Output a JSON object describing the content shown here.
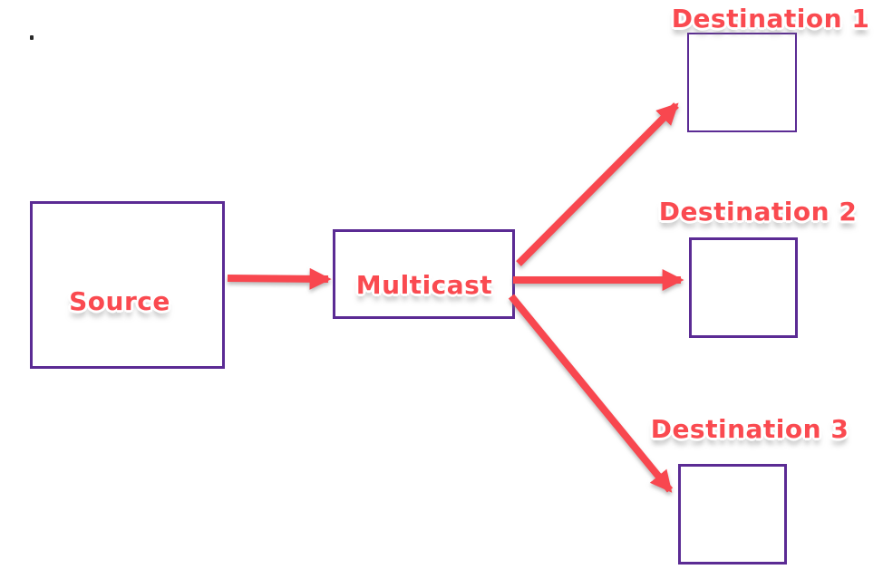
{
  "diagram": {
    "nodes": {
      "source": {
        "label": "Source"
      },
      "multicast": {
        "label": "Multicast"
      },
      "dest1": {
        "label": "Destination 1"
      },
      "dest2": {
        "label": "Destination 2"
      },
      "dest3": {
        "label": "Destination 3"
      }
    },
    "edges": [
      {
        "from": "source",
        "to": "multicast"
      },
      {
        "from": "multicast",
        "to": "dest1"
      },
      {
        "from": "multicast",
        "to": "dest2"
      },
      {
        "from": "multicast",
        "to": "dest3"
      }
    ],
    "colors": {
      "background": "#ffffff",
      "box_border": "#5b2b94",
      "label_text": "#fa4a50",
      "arrow": "#f8474f",
      "outline": "#ffffff",
      "shadow": "rgba(130,130,130,0.55)"
    }
  }
}
